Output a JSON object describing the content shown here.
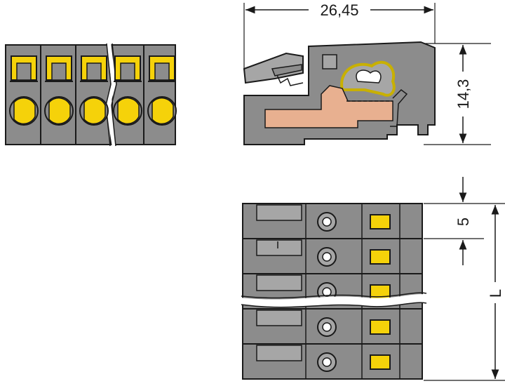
{
  "dimensions": {
    "width": "26,45",
    "height": "14,3",
    "pitch": "5",
    "length": "L"
  },
  "colors": {
    "housing": "#8c8c8c",
    "housing_light": "#a6a6a6",
    "outline": "#1a1a1a",
    "clamp": "#f5d20a",
    "contact": "#e8b090",
    "spring": "#c8b000"
  }
}
